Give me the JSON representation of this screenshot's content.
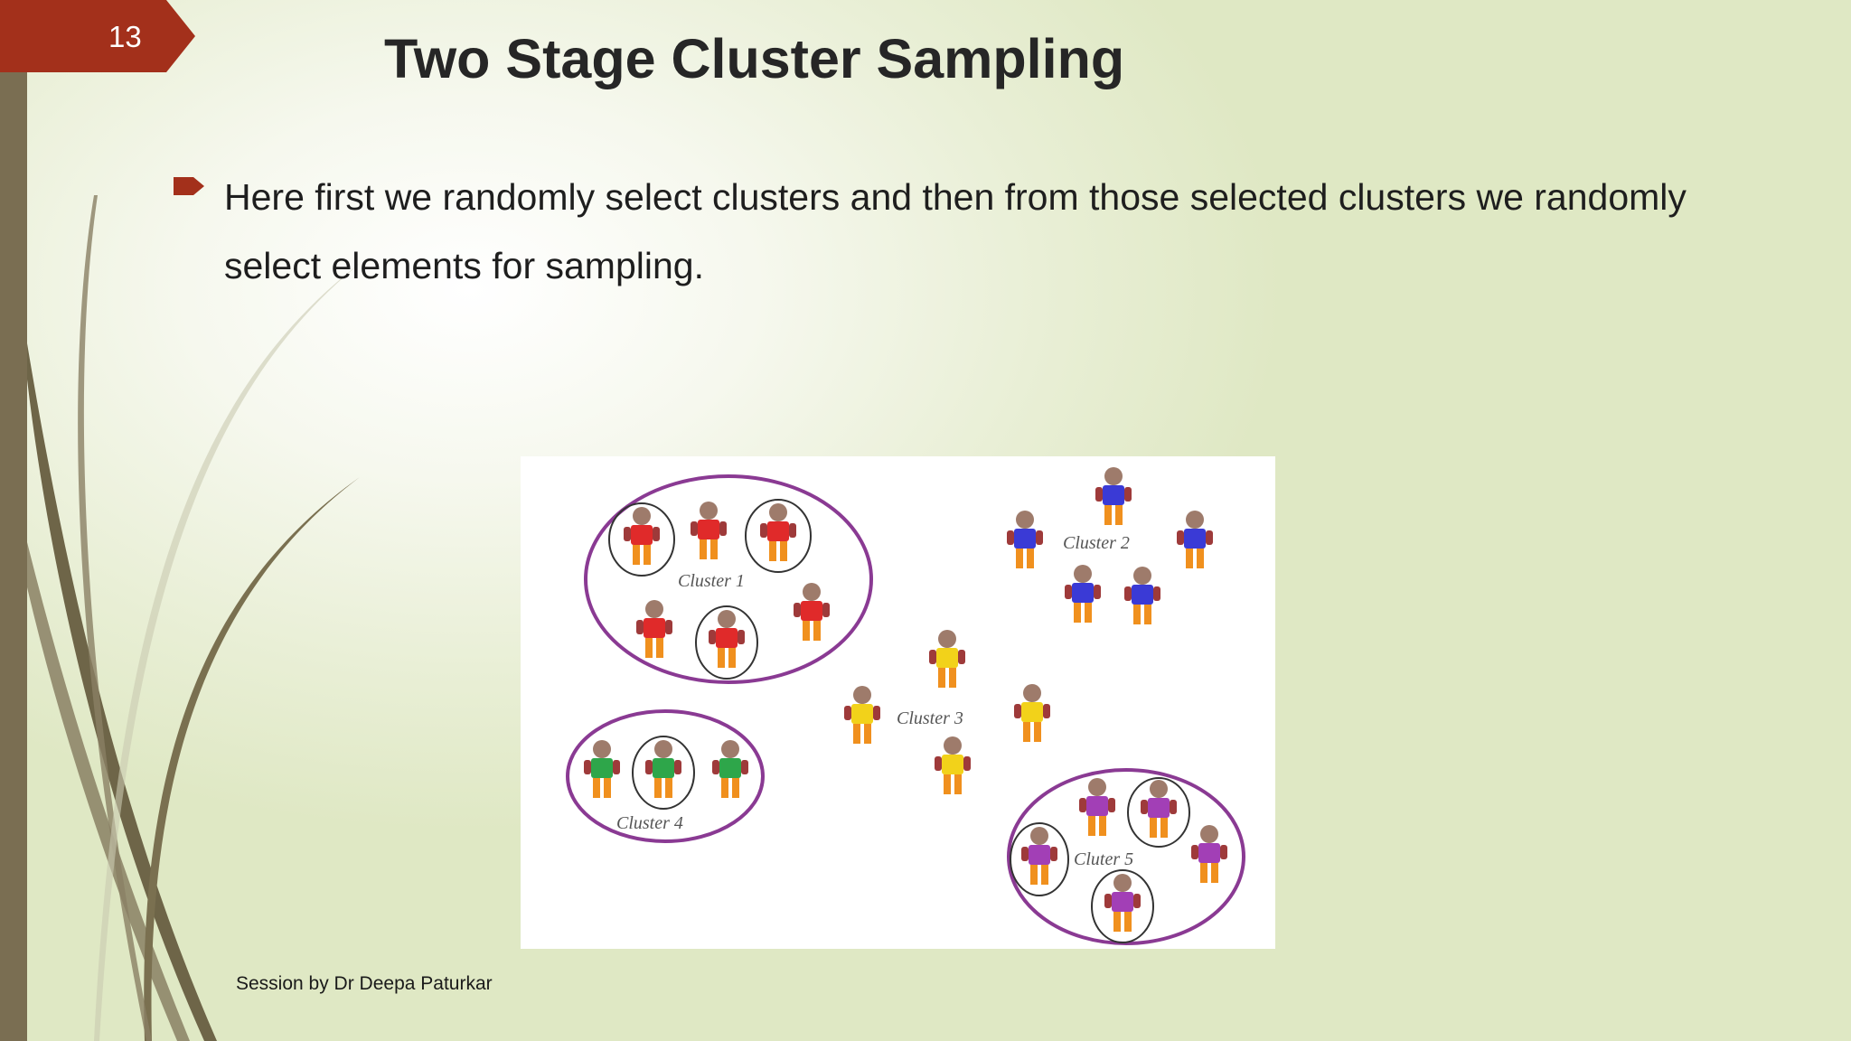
{
  "slide": {
    "page_number": "13",
    "title": "Two Stage Cluster Sampling",
    "bullet": "Here first we randomly select clusters and then from those selected clusters we randomly select elements for sampling.",
    "footer": "Session by Dr Deepa Paturkar"
  },
  "figure": {
    "cluster_labels": [
      "Cluster 1",
      "Cluster 2",
      "Cluster 3",
      "Cluster 4",
      "Cluter 5"
    ],
    "colors": {
      "cluster_1": "#e02a2a",
      "cluster_2": "#3a3ad6",
      "cluster_3": "#f2d21a",
      "cluster_4": "#2ea64a",
      "cluster_5": "#a23fb6",
      "outline": "#8a3a93",
      "legs": "#f0901e",
      "skin": "#9e7b6b"
    }
  },
  "theme": {
    "accent": "#a3301b",
    "bar": "#7a6e52"
  }
}
